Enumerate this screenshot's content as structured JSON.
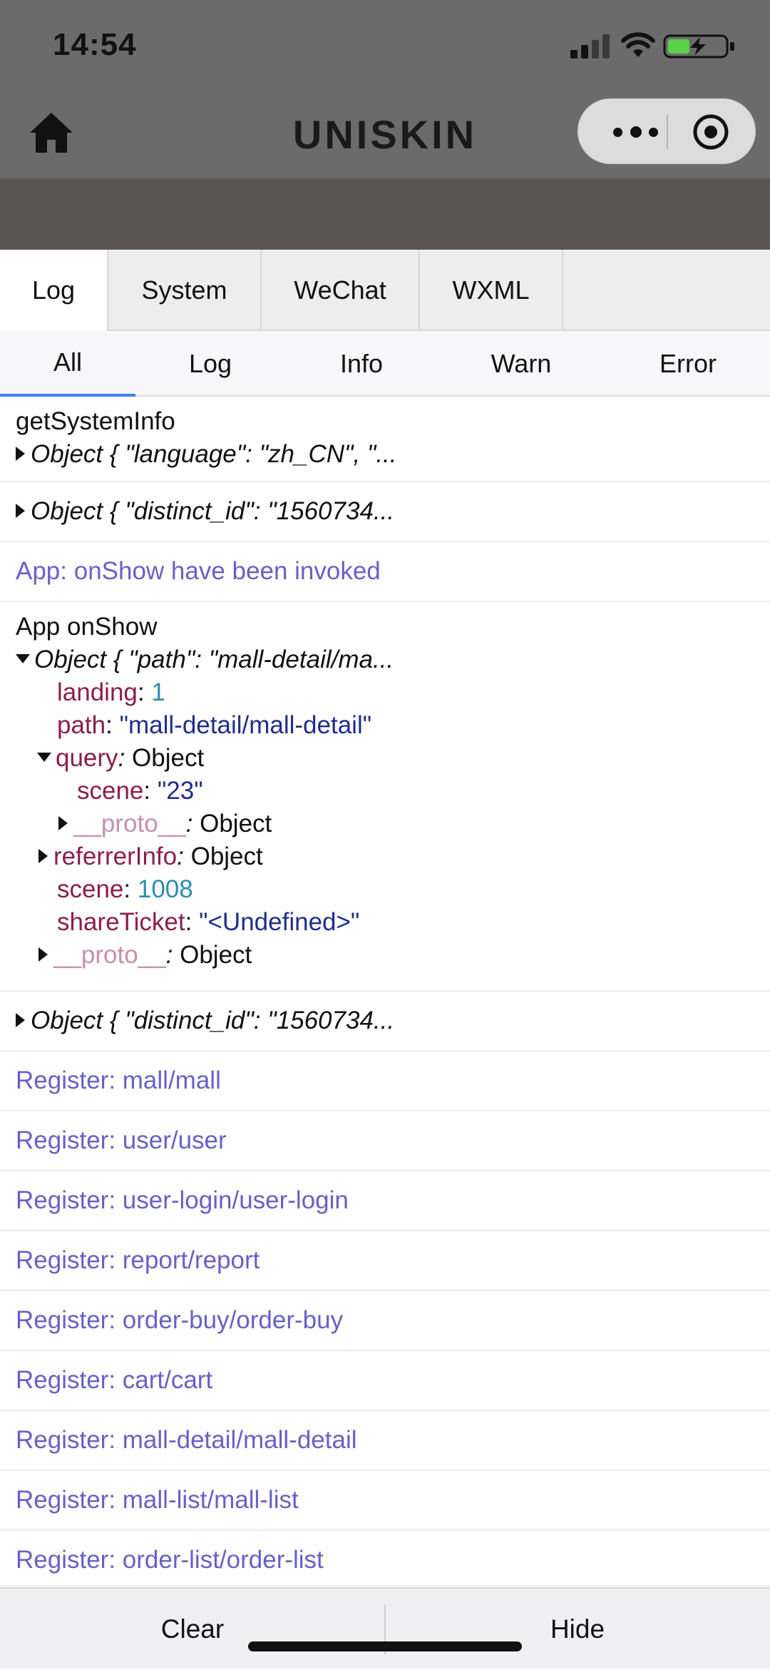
{
  "status_bar": {
    "time": "14:54"
  },
  "nav": {
    "title": "UNISKIN"
  },
  "tabs": [
    {
      "label": "Log"
    },
    {
      "label": "System"
    },
    {
      "label": "WeChat"
    },
    {
      "label": "WXML"
    }
  ],
  "subtabs": [
    {
      "label": "All"
    },
    {
      "label": "Log"
    },
    {
      "label": "Info"
    },
    {
      "label": "Warn"
    },
    {
      "label": "Error"
    }
  ],
  "logs": {
    "sysinfo_title": "getSystemInfo",
    "sysinfo_obj": "Object { \"language\": \"zh_CN\",  \"...",
    "distinct1_obj": "Object { \"distinct_id\": \"1560734...",
    "onshow_info": "App: onShow have been invoked",
    "onshow_title": "App onShow",
    "onshow_obj": "Object { \"path\": \"mall-detail/ma...",
    "landing_key": "landing",
    "landing_val": "1",
    "path_key": "path",
    "path_val": "\"mall-detail/mall-detail\"",
    "query_key": "query",
    "query_type": "Object",
    "scene_key": "scene",
    "query_scene_val": "\"23\"",
    "proto_key": "__proto__",
    "proto_type": "Object",
    "referrer_key": "referrerInfo",
    "referrer_type": "Object",
    "scene_val": "1008",
    "shareticket_key": "shareTicket",
    "shareticket_val": "\"<Undefined>\"",
    "distinct2_obj": "Object { \"distinct_id\": \"1560734...",
    "registers": [
      "Register: mall/mall",
      "Register: user/user",
      "Register: user-login/user-login",
      "Register: report/report",
      "Register: order-buy/order-buy",
      "Register: cart/cart",
      "Register: mall-detail/mall-detail",
      "Register: mall-list/mall-list",
      "Register: order-list/order-list"
    ]
  },
  "footer": {
    "clear_label": "Clear",
    "hide_label": "Hide"
  }
}
